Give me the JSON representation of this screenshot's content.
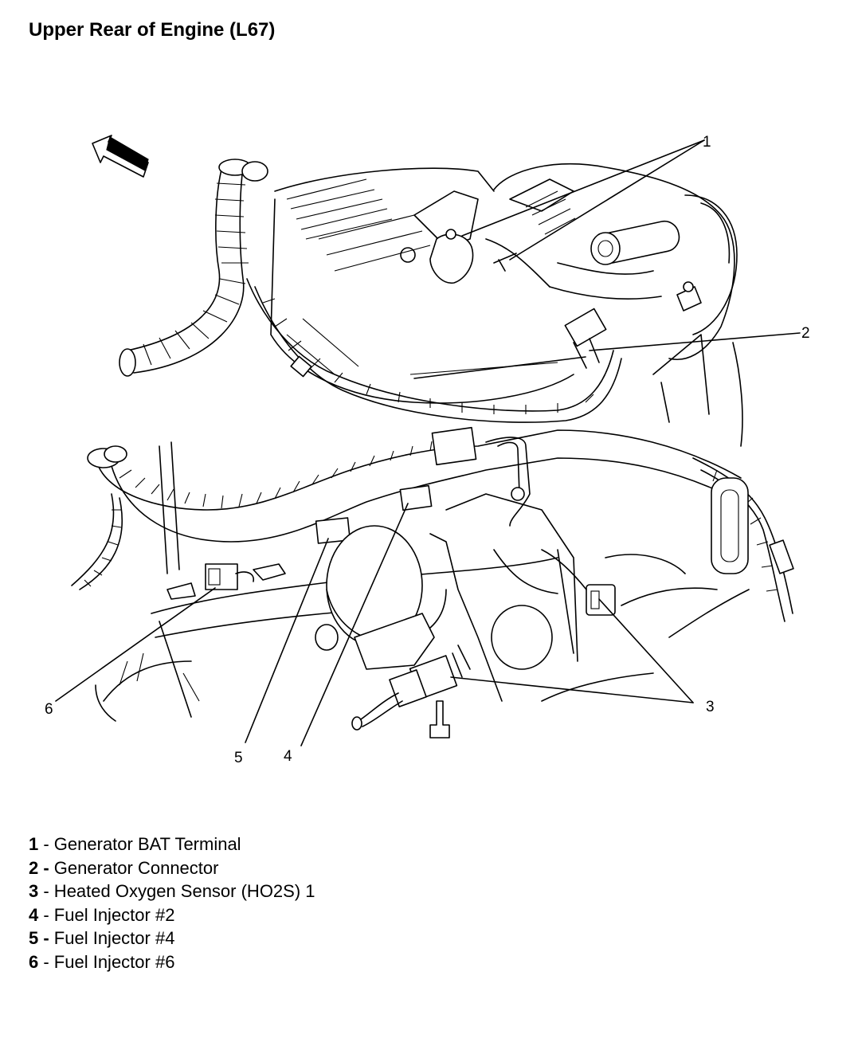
{
  "title": "Upper Rear of Engine (L67)",
  "callouts": [
    "1",
    "2",
    "3",
    "4",
    "5",
    "6"
  ],
  "legend": [
    {
      "num": "1",
      "text": " - Generator BAT Terminal"
    },
    {
      "num": "2 -",
      "text": " Generator Connector"
    },
    {
      "num": "3",
      "text": " - Heated Oxygen Sensor (HO2S) 1"
    },
    {
      "num": "4",
      "text": " - Fuel Injector #2"
    },
    {
      "num": "5 -",
      "text": " Fuel Injector #4"
    },
    {
      "num": "6",
      "text": " - Fuel Injector #6"
    }
  ],
  "icons": [
    "direction-arrow-icon"
  ]
}
